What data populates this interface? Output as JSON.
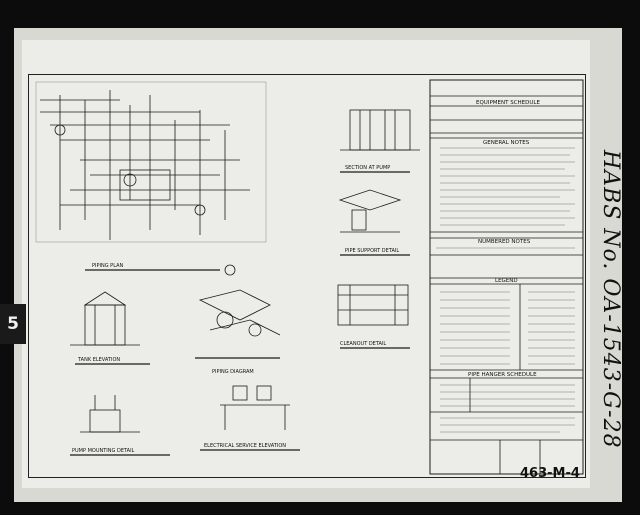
{
  "record": {
    "handwritten_id": "HABS No. OA-1543-G-28",
    "sheet_number": "463-M-4",
    "side_tab": "5"
  },
  "title_block": {
    "equipment_schedule": "EQUIPMENT SCHEDULE",
    "general_notes": "GENERAL NOTES",
    "numbered_notes": "NUMBERED NOTES",
    "legend": "LEGEND",
    "pipe_hanger_schedule": "PIPE HANGER SCHEDULE"
  },
  "views": {
    "piping_plan": "PIPING PLAN",
    "tank_elevation": "TANK ELEVATION",
    "pump_mounting": "PUMP MOUNTING DETAIL",
    "piping_diagram": "PIPING DIAGRAM",
    "electrical_elevation": "ELECTRICAL SERVICE ELEVATION",
    "section_at_pump": "SECTION AT PUMP",
    "pipe_support": "PIPE SUPPORT DETAIL",
    "cleanout_detail": "CLEANOUT DETAIL"
  }
}
